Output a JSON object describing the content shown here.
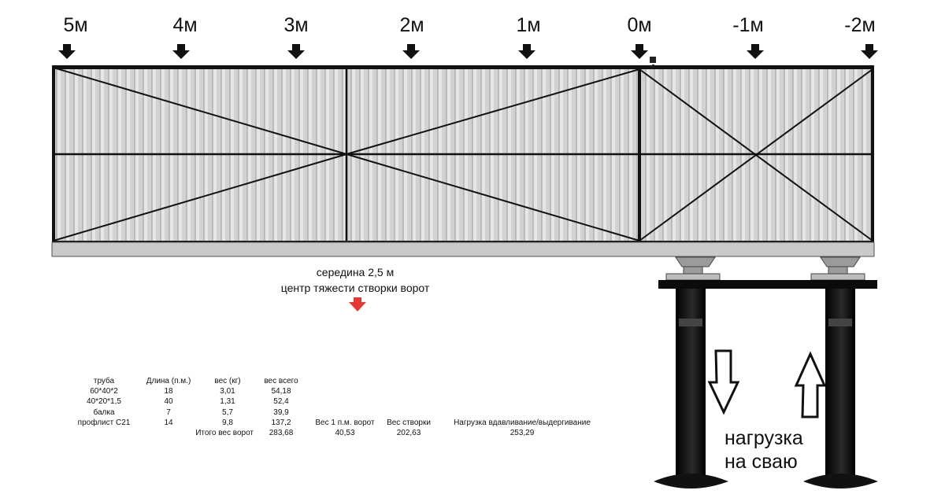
{
  "distance_marks": [
    "5м",
    "4м",
    "3м",
    "2м",
    "1м",
    "0м",
    "-1м",
    "-2м"
  ],
  "center_note": {
    "line1": "середина 2,5 м",
    "line2": "центр тяжести створки ворот"
  },
  "load_label": {
    "line1": "нагрузка",
    "line2": "на сваю"
  },
  "table": {
    "headers": [
      "труба",
      "Длина (п.м.)",
      "вес (кг)",
      "вес всего"
    ],
    "rows": [
      [
        "60*40*2",
        "18",
        "3,01",
        "54,18"
      ],
      [
        "40*20*1,5",
        "40",
        "1,31",
        "52,4"
      ],
      [
        "балка",
        "7",
        "5,7",
        "39,9"
      ],
      [
        "профлист С21",
        "14",
        "9,8",
        "137,2"
      ]
    ],
    "total_label": "Итого вес ворот",
    "total_value": "283,68",
    "extra_headers": [
      "Вес 1 п.м. ворот",
      "Вес створки",
      "Нагрузка вдавливание/выдергивание"
    ],
    "extra_values": [
      "40,53",
      "202,63",
      "253,29"
    ]
  },
  "colors": {
    "frame": "#111111",
    "panel": "#dcdcdc",
    "center_arrow": "#e53935"
  }
}
